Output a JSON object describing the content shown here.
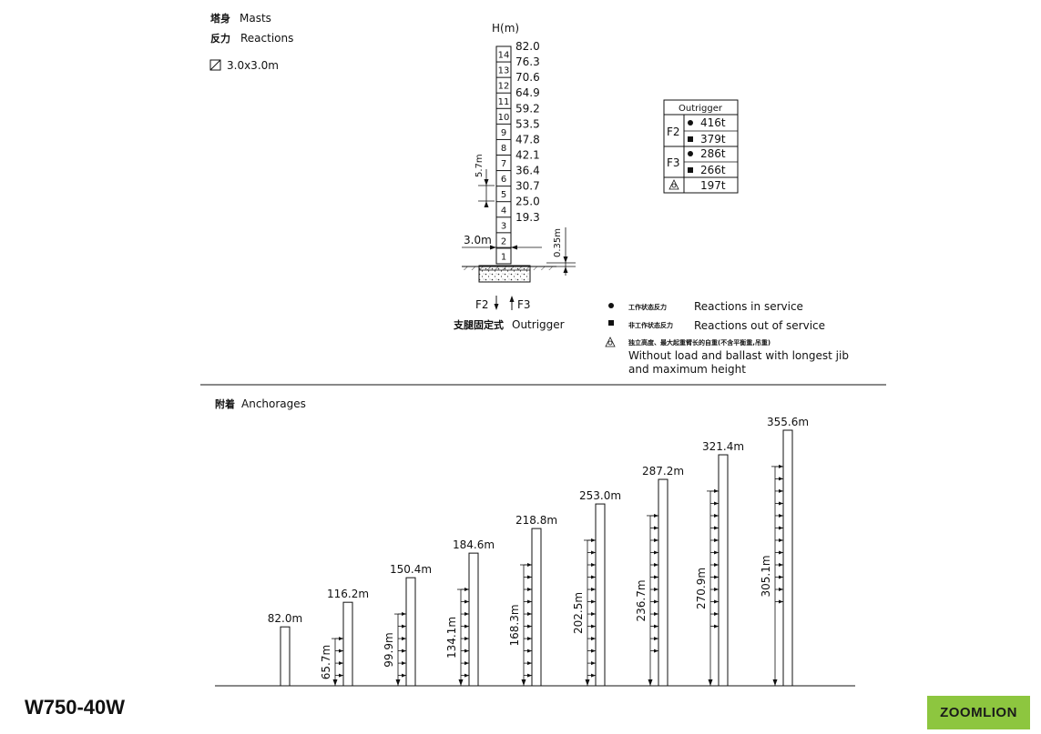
{
  "header": {
    "masts_cn": "塔身",
    "masts_en": "Masts",
    "reactions_cn": "反力",
    "reactions_en": "Reactions",
    "mast_section": "3.0x3.0m"
  },
  "mast": {
    "height_axis_label": "H(m)",
    "sections": [
      "14",
      "13",
      "12",
      "11",
      "10",
      "9",
      "8",
      "7",
      "6",
      "5",
      "4",
      "3",
      "2",
      "1"
    ],
    "heights": [
      "82.0",
      "76.3",
      "70.6",
      "64.9",
      "59.2",
      "53.5",
      "47.8",
      "42.1",
      "36.4",
      "30.7",
      "25.0",
      "19.3"
    ],
    "dim_section_height": "5.7m",
    "dim_width": "3.0m",
    "dim_base": "0.35m",
    "force_f2": "F2",
    "force_f3": "F3",
    "base_type_cn": "支腿固定式",
    "base_type_en": "Outrigger"
  },
  "outrigger_table": {
    "title": "Outrigger",
    "rows": [
      {
        "group": "F2",
        "items": [
          {
            "symbol": "circle",
            "value": "416t"
          },
          {
            "symbol": "square",
            "value": "379t"
          }
        ]
      },
      {
        "group": "F3",
        "items": [
          {
            "symbol": "circle",
            "value": "286t"
          },
          {
            "symbol": "square",
            "value": "266t"
          }
        ]
      }
    ],
    "special": {
      "symbol": "ballast-icon",
      "value": "197t"
    }
  },
  "legend": [
    {
      "symbol": "circle",
      "cn": "工作状态反力",
      "en": "Reactions in service"
    },
    {
      "symbol": "square",
      "cn": "非工作状态反力",
      "en": "Reactions out of service"
    },
    {
      "symbol": "ballast-icon",
      "cn": "独立高度、最大起重臂长的自重(不含平衡重,吊重)",
      "en": "Without load and ballast with longest jib",
      "en2": "and maximum height"
    }
  ],
  "anchorages": {
    "label_cn": "附着",
    "label_en": "Anchorages",
    "masts": [
      {
        "top": "82.0m",
        "anchor": ""
      },
      {
        "top": "116.2m",
        "anchor": "65.7m"
      },
      {
        "top": "150.4m",
        "anchor": "99.9m"
      },
      {
        "top": "184.6m",
        "anchor": "134.1m"
      },
      {
        "top": "218.8m",
        "anchor": "168.3m"
      },
      {
        "top": "253.0m",
        "anchor": "202.5m"
      },
      {
        "top": "287.2m",
        "anchor": "236.7m"
      },
      {
        "top": "321.4m",
        "anchor": "270.9m"
      },
      {
        "top": "355.6m",
        "anchor": "305.1m"
      }
    ]
  },
  "footer": {
    "model": "W750-40W",
    "brand": "ZOOMLION",
    "brand_color": "#8dc63f"
  }
}
